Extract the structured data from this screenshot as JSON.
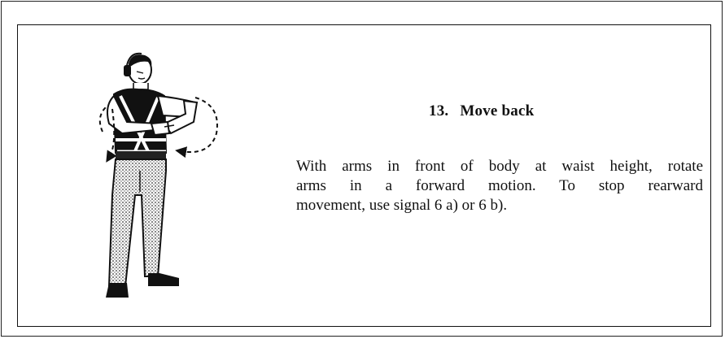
{
  "signal": {
    "number": "13.",
    "title": "Move back",
    "description_lines": [
      "With arms in front of body at waist height, rotate",
      "arms in a forward motion. To stop rearward",
      "movement, use signal 6 a) or 6 b)."
    ]
  },
  "illustration": {
    "icon": "marshaller-figure-icon",
    "colors": {
      "ink": "#111111",
      "stipple": "#4a4a4a",
      "paper": "#ffffff"
    }
  }
}
